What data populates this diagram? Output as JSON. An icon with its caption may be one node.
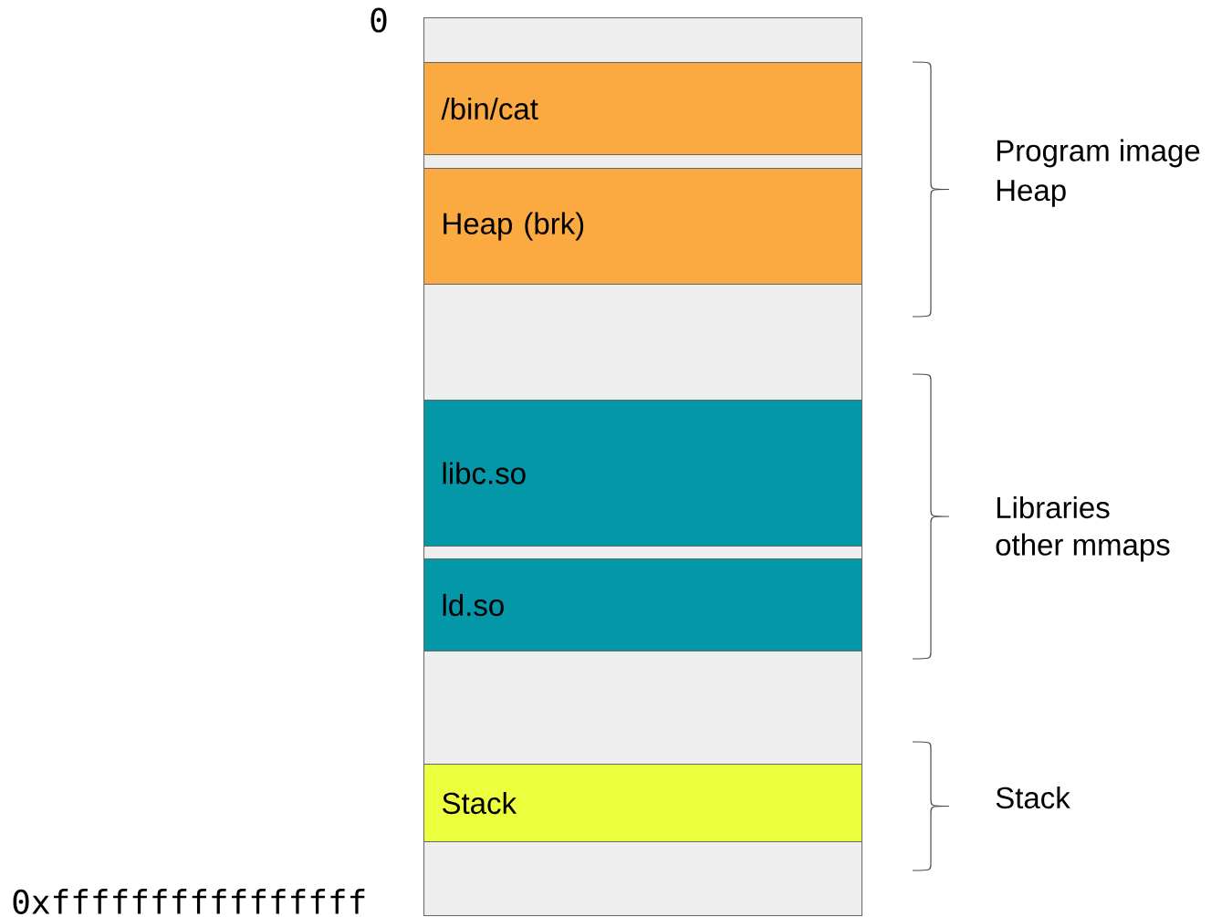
{
  "diagram": {
    "nodes": [
      {
        "text": [],
        "shape": "bar"
      },
      {
        "text": [
          "/bin/cat"
        ],
        "in": 0
      },
      {
        "text": [
          "Heap (brk)"
        ],
        "in": 0
      },
      {
        "text": [
          "libc.so"
        ],
        "in": 0
      },
      {
        "text": [
          "ld.so"
        ],
        "in": 0
      },
      {
        "text": [
          "Stack"
        ],
        "in": 0
      }
    ],
    "edges": [],
    "labels": [
      "0",
      "0xffffffffffffffff",
      "Program image",
      "Heap",
      "Libraries",
      "other mmaps",
      "Stack"
    ]
  }
}
